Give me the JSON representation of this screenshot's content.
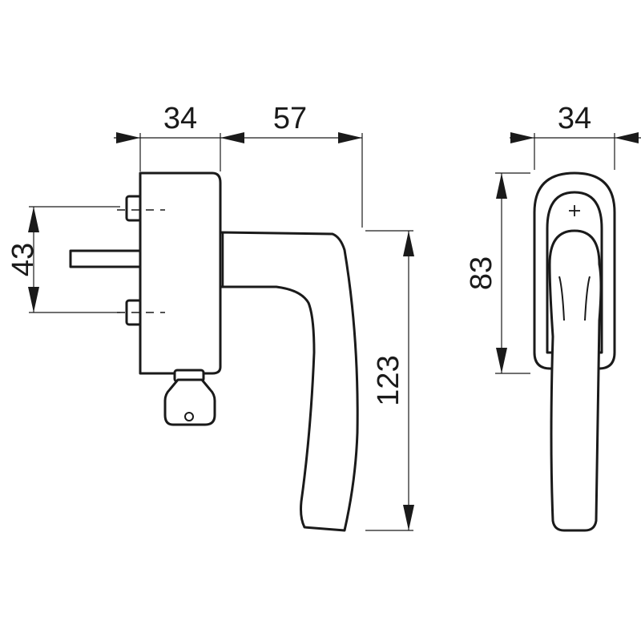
{
  "dimensions": {
    "base_width": "34",
    "projection": "57",
    "bolt_spacing": "43",
    "height": "123",
    "rosette_width": "34",
    "rosette_height": "83"
  },
  "colors": {
    "line": "#1a1a1a",
    "background": "#ffffff"
  }
}
